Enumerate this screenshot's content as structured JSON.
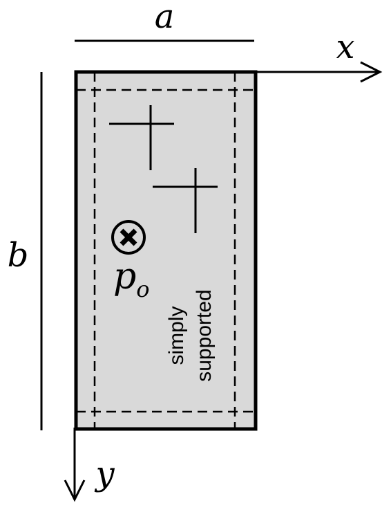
{
  "labels": {
    "width": "a",
    "height": "b",
    "x_axis": "x",
    "y_axis": "y",
    "load_symbol": "p",
    "load_subscript": "o",
    "boundary_line1": "simply",
    "boundary_line2": "supported"
  },
  "colors": {
    "plate_fill": "#d9d9d9",
    "stroke": "#000000",
    "background": "#ffffff"
  },
  "icons": {
    "load": "circled-x-icon",
    "stiffener": "cross-icon"
  }
}
